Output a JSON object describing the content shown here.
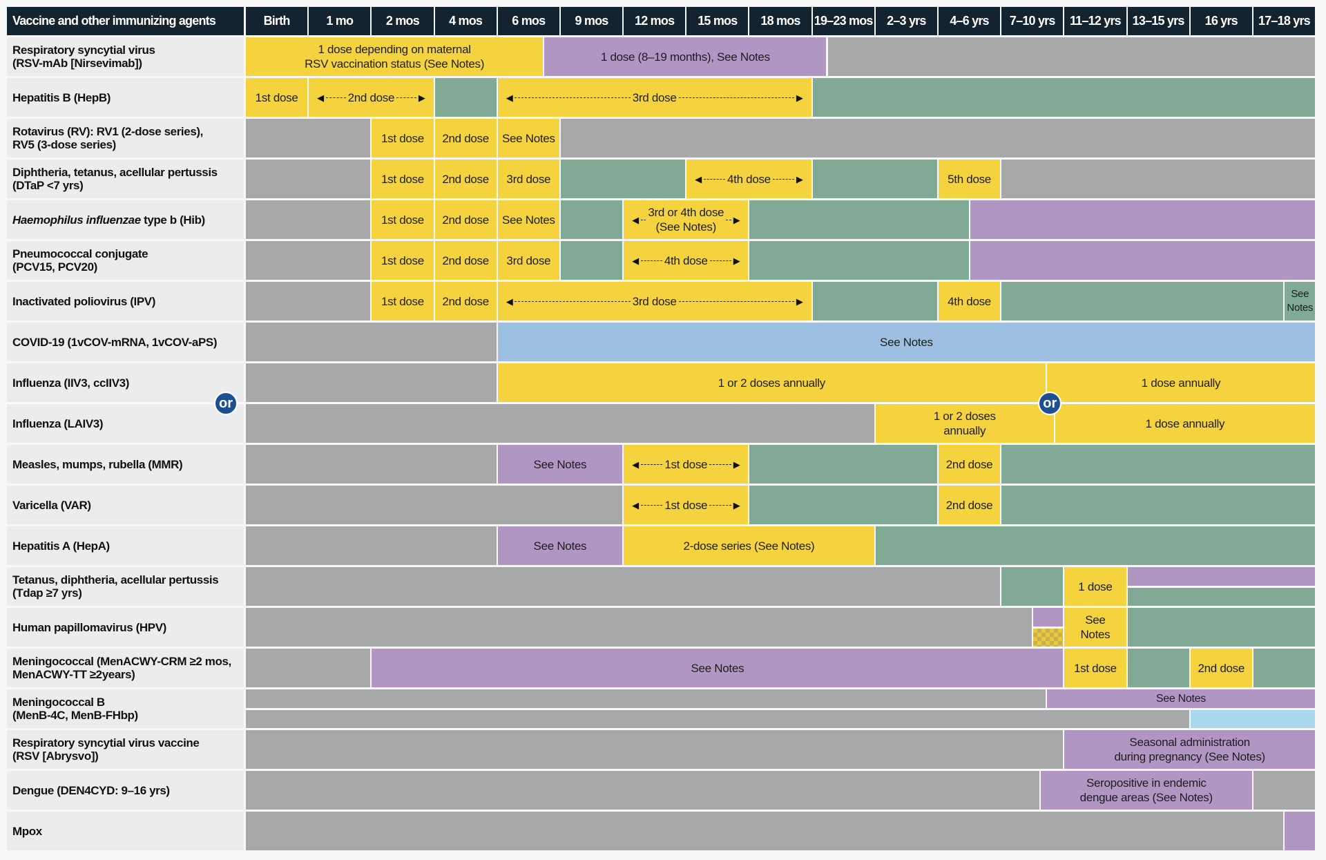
{
  "chart_data": {
    "type": "table",
    "colors": {
      "Y": "#f5d33f",
      "P": "#b196c4",
      "G": "#a7a8aa",
      "T": "#80aa96",
      "B": "#9dc0e2",
      "L": "#a9d8ef",
      "C": "checkered-yellow"
    },
    "header": {
      "label": "Vaccine and other immunizing agents",
      "ages": [
        "Birth",
        "1 mo",
        "2 mos",
        "4 mos",
        "6 mos",
        "9 mos",
        "12 mos",
        "15 mos",
        "18 mos",
        "19–23 mos",
        "2–3 yrs",
        "4–6 yrs",
        "7–10 yrs",
        "11–12 yrs",
        "13–15 yrs",
        "16 yrs",
        "17–18 yrs"
      ]
    },
    "or_label": "or",
    "rows": [
      {
        "label": "Respiratory syncytial virus\n(RSV-mAb [Nirsevimab])",
        "segments": [
          {
            "from": 0,
            "to": 4.74,
            "color": "Y",
            "text": "1 dose depending on maternal\nRSV vaccination status (See Notes)"
          },
          {
            "from": 4.74,
            "to": 9.24,
            "color": "P",
            "text": "1 dose (8–19 months), See Notes"
          },
          {
            "from": 9.24,
            "to": 17,
            "color": "G"
          }
        ]
      },
      {
        "label": "Hepatitis B (HepB)",
        "segments": [
          {
            "from": 0,
            "to": 1,
            "color": "Y",
            "text": "1st dose"
          },
          {
            "from": 1,
            "to": 3,
            "color": "Y",
            "text": "2nd dose",
            "arrow": true
          },
          {
            "from": 3,
            "to": 4,
            "color": "T"
          },
          {
            "from": 4,
            "to": 9,
            "color": "Y",
            "text": "3rd dose",
            "arrow": true
          },
          {
            "from": 9,
            "to": 17,
            "color": "T"
          }
        ]
      },
      {
        "label": "Rotavirus (RV): RV1 (2-dose series),\nRV5 (3-dose series)",
        "segments": [
          {
            "from": 0,
            "to": 2,
            "color": "G"
          },
          {
            "from": 2,
            "to": 3,
            "color": "Y",
            "text": "1st dose"
          },
          {
            "from": 3,
            "to": 4,
            "color": "Y",
            "text": "2nd dose"
          },
          {
            "from": 4,
            "to": 5,
            "color": "Y",
            "text": "See Notes"
          },
          {
            "from": 5,
            "to": 17,
            "color": "G"
          }
        ]
      },
      {
        "label": "Diphtheria, tetanus, acellular pertussis\n(DTaP <7 yrs)",
        "segments": [
          {
            "from": 0,
            "to": 2,
            "color": "G"
          },
          {
            "from": 2,
            "to": 3,
            "color": "Y",
            "text": "1st dose"
          },
          {
            "from": 3,
            "to": 4,
            "color": "Y",
            "text": "2nd dose"
          },
          {
            "from": 4,
            "to": 5,
            "color": "Y",
            "text": "3rd dose"
          },
          {
            "from": 5,
            "to": 7,
            "color": "T"
          },
          {
            "from": 7,
            "to": 9,
            "color": "Y",
            "text": "4th dose",
            "arrow": true
          },
          {
            "from": 9,
            "to": 11,
            "color": "T"
          },
          {
            "from": 11,
            "to": 12,
            "color": "Y",
            "text": "5th dose"
          },
          {
            "from": 12,
            "to": 17,
            "color": "G"
          }
        ]
      },
      {
        "label_italic": "Haemophilus influenzae",
        "label": " type b (Hib)",
        "segments": [
          {
            "from": 0,
            "to": 2,
            "color": "G"
          },
          {
            "from": 2,
            "to": 3,
            "color": "Y",
            "text": "1st dose"
          },
          {
            "from": 3,
            "to": 4,
            "color": "Y",
            "text": "2nd dose"
          },
          {
            "from": 4,
            "to": 5,
            "color": "Y",
            "text": "See Notes"
          },
          {
            "from": 5,
            "to": 6,
            "color": "T"
          },
          {
            "from": 6,
            "to": 8,
            "color": "Y",
            "text": "3rd or 4th dose\n(See Notes)",
            "arrow": true
          },
          {
            "from": 8,
            "to": 11.5,
            "color": "T"
          },
          {
            "from": 11.5,
            "to": 17,
            "color": "P"
          }
        ]
      },
      {
        "label": "Pneumococcal conjugate\n(PCV15, PCV20)",
        "segments": [
          {
            "from": 0,
            "to": 2,
            "color": "G"
          },
          {
            "from": 2,
            "to": 3,
            "color": "Y",
            "text": "1st dose"
          },
          {
            "from": 3,
            "to": 4,
            "color": "Y",
            "text": "2nd dose"
          },
          {
            "from": 4,
            "to": 5,
            "color": "Y",
            "text": "3rd dose"
          },
          {
            "from": 5,
            "to": 6,
            "color": "T"
          },
          {
            "from": 6,
            "to": 8,
            "color": "Y",
            "text": "4th dose",
            "arrow": true
          },
          {
            "from": 8,
            "to": 11.5,
            "color": "T"
          },
          {
            "from": 11.5,
            "to": 17,
            "color": "P"
          }
        ]
      },
      {
        "label": "Inactivated poliovirus (IPV)",
        "segments": [
          {
            "from": 0,
            "to": 2,
            "color": "G"
          },
          {
            "from": 2,
            "to": 3,
            "color": "Y",
            "text": "1st dose"
          },
          {
            "from": 3,
            "to": 4,
            "color": "Y",
            "text": "2nd dose"
          },
          {
            "from": 4,
            "to": 9,
            "color": "Y",
            "text": "3rd dose",
            "arrow": true
          },
          {
            "from": 9,
            "to": 11,
            "color": "T"
          },
          {
            "from": 11,
            "to": 12,
            "color": "Y",
            "text": "4th dose"
          },
          {
            "from": 12,
            "to": 16.5,
            "color": "T"
          },
          {
            "from": 16.5,
            "to": 17,
            "color": "T",
            "text": "See\nNotes",
            "small": true
          }
        ]
      },
      {
        "label": "COVID-19 (1vCOV-mRNA, 1vCOV-aPS)",
        "segments": [
          {
            "from": 0,
            "to": 4,
            "color": "G"
          },
          {
            "from": 4,
            "to": 17,
            "color": "B",
            "text": "See Notes"
          }
        ]
      },
      {
        "label": "Influenza (IIV3, ccIIV3)",
        "segments": [
          {
            "from": 0,
            "to": 4,
            "color": "G"
          },
          {
            "from": 4,
            "to": 12.72,
            "color": "Y",
            "text": "1 or 2 doses annually"
          },
          {
            "from": 12.72,
            "to": 17,
            "color": "Y",
            "text": "1 dose annually"
          }
        ]
      },
      {
        "label": "Influenza (LAIV3)",
        "segments": [
          {
            "from": 0,
            "to": 10,
            "color": "G"
          },
          {
            "from": 10,
            "to": 12.85,
            "color": "Y",
            "text": "1 or 2 doses\nannually"
          },
          {
            "from": 12.85,
            "to": 17,
            "color": "Y",
            "text": "1 dose annually"
          }
        ]
      },
      {
        "label": "Measles, mumps, rubella (MMR)",
        "segments": [
          {
            "from": 0,
            "to": 4,
            "color": "G"
          },
          {
            "from": 4,
            "to": 6,
            "color": "P",
            "text": "See Notes"
          },
          {
            "from": 6,
            "to": 8,
            "color": "Y",
            "text": "1st dose",
            "arrow": true
          },
          {
            "from": 8,
            "to": 11,
            "color": "T"
          },
          {
            "from": 11,
            "to": 12,
            "color": "Y",
            "text": "2nd dose"
          },
          {
            "from": 12,
            "to": 17,
            "color": "T"
          }
        ]
      },
      {
        "label": "Varicella (VAR)",
        "segments": [
          {
            "from": 0,
            "to": 6,
            "color": "G"
          },
          {
            "from": 6,
            "to": 8,
            "color": "Y",
            "text": "1st dose",
            "arrow": true
          },
          {
            "from": 8,
            "to": 11,
            "color": "T"
          },
          {
            "from": 11,
            "to": 12,
            "color": "Y",
            "text": "2nd dose"
          },
          {
            "from": 12,
            "to": 17,
            "color": "T"
          }
        ]
      },
      {
        "label": "Hepatitis A (HepA)",
        "segments": [
          {
            "from": 0,
            "to": 4,
            "color": "G"
          },
          {
            "from": 4,
            "to": 6,
            "color": "P",
            "text": "See Notes"
          },
          {
            "from": 6,
            "to": 10,
            "color": "Y",
            "text": "2-dose series (See Notes)"
          },
          {
            "from": 10,
            "to": 17,
            "color": "T"
          }
        ]
      },
      {
        "label": "Tetanus, diphtheria, acellular pertussis\n(Tdap ≥7 yrs)",
        "segments": [
          {
            "from": 0,
            "to": 12,
            "color": "G"
          },
          {
            "from": 12,
            "to": 13,
            "color": "T"
          },
          {
            "from": 13,
            "to": 14,
            "color": "Y",
            "text": "1 dose"
          },
          {
            "from": 14,
            "to": 17,
            "color": "P",
            "half": "top"
          },
          {
            "from": 14,
            "to": 17,
            "color": "T",
            "half": "bottom"
          }
        ]
      },
      {
        "label": "Human papillomavirus (HPV)",
        "segments": [
          {
            "from": 0,
            "to": 12.5,
            "color": "G"
          },
          {
            "from": 12.5,
            "to": 13,
            "color": "P",
            "half": "top"
          },
          {
            "from": 12.5,
            "to": 13,
            "color": "C",
            "half": "bottom"
          },
          {
            "from": 13,
            "to": 14,
            "color": "Y",
            "text": "See\nNotes"
          },
          {
            "from": 14,
            "to": 17,
            "color": "T"
          }
        ]
      },
      {
        "label": "Meningococcal (MenACWY-CRM ≥2 mos,\nMenACWY-TT ≥2years)",
        "segments": [
          {
            "from": 0,
            "to": 2,
            "color": "G"
          },
          {
            "from": 2,
            "to": 13,
            "color": "P",
            "text": "See Notes"
          },
          {
            "from": 13,
            "to": 14,
            "color": "Y",
            "text": "1st dose"
          },
          {
            "from": 14,
            "to": 15,
            "color": "T"
          },
          {
            "from": 15,
            "to": 16,
            "color": "Y",
            "text": "2nd dose"
          },
          {
            "from": 16,
            "to": 17,
            "color": "T"
          }
        ]
      },
      {
        "label": "Meningococcal B\n(MenB-4C, MenB-FHbp)",
        "segments": [
          {
            "from": 0,
            "to": 12.72,
            "color": "G",
            "half": "top"
          },
          {
            "from": 12.72,
            "to": 17,
            "color": "P",
            "half": "top",
            "text": "See Notes"
          },
          {
            "from": 0,
            "to": 15,
            "color": "G",
            "half": "bottom"
          },
          {
            "from": 15,
            "to": 17,
            "color": "L",
            "half": "bottom"
          }
        ]
      },
      {
        "label": "Respiratory syncytial virus vaccine\n(RSV [Abrysvo])",
        "segments": [
          {
            "from": 0,
            "to": 13,
            "color": "G"
          },
          {
            "from": 13,
            "to": 17,
            "color": "P",
            "text": "Seasonal administration\nduring pregnancy (See Notes)"
          }
        ]
      },
      {
        "label": "Dengue (DEN4CYD: 9–16 yrs)",
        "segments": [
          {
            "from": 0,
            "to": 12.62,
            "color": "G"
          },
          {
            "from": 12.62,
            "to": 16,
            "color": "P",
            "text": "Seropositive in endemic\ndengue areas (See Notes)"
          },
          {
            "from": 16,
            "to": 17,
            "color": "G"
          }
        ]
      },
      {
        "label": "Mpox",
        "segments": [
          {
            "from": 0,
            "to": 16.5,
            "color": "G"
          },
          {
            "from": 16.5,
            "to": 17,
            "color": "P"
          }
        ]
      }
    ]
  }
}
